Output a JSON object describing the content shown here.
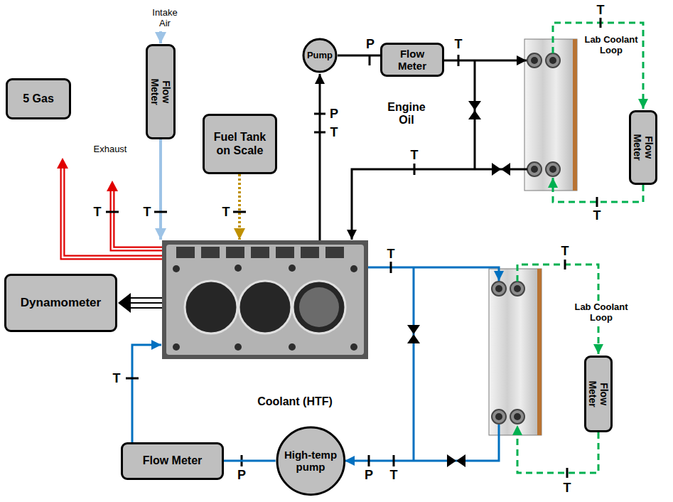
{
  "diagram": {
    "nodes": [
      {
        "text": [
          "5 Gas"
        ]
      },
      {
        "text": [
          "Flow Meter"
        ]
      },
      {
        "text": [
          "Fuel Tank on Scale"
        ]
      },
      {
        "text": [
          "Pump"
        ]
      },
      {
        "text": [
          "Flow Meter"
        ]
      },
      {
        "text": [
          "Flow Meter"
        ]
      },
      {
        "text": [
          "Dynamometer"
        ]
      },
      {
        "text": [
          "Flow Meter"
        ]
      },
      {
        "text": [
          "Flow Meter"
        ]
      },
      {
        "text": [
          "High-temp pump"
        ]
      }
    ],
    "edges": [
      {
        "from": 3,
        "to": 4,
        "arrow": "none"
      },
      {
        "from": 9,
        "to": 8,
        "arrow": "none"
      }
    ],
    "labels": [
      "Intake Air",
      "T",
      "P",
      "T",
      "Lab Coolant Loop",
      "Engine Oil",
      "P",
      "T",
      "Exhaust",
      "T",
      "T",
      "T",
      "T",
      "T",
      "T",
      "T",
      "Lab Coolant Loop",
      "Coolant (HTF)",
      "T",
      "P",
      "P",
      "T",
      "T"
    ]
  }
}
